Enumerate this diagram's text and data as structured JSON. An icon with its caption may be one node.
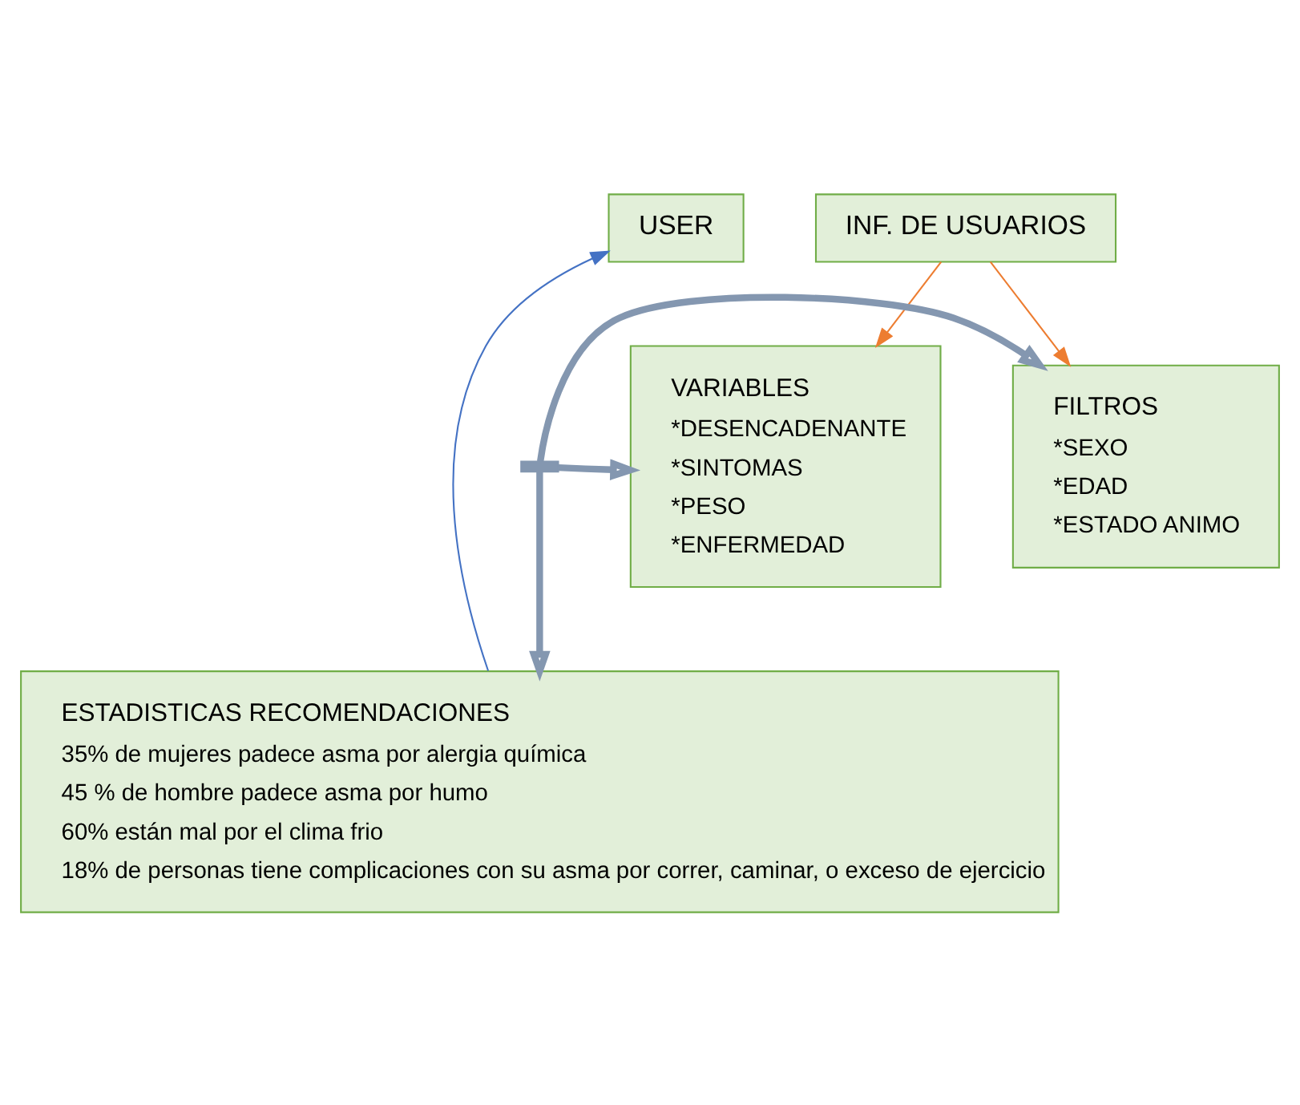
{
  "diagram": {
    "nodes": [
      {
        "text": [
          "USER"
        ]
      },
      {
        "text": [
          "INF. DE USUARIOS"
        ]
      },
      {
        "text": [
          "FILTROS",
          "*SEXO",
          "*EDAD",
          "*ESTADO ANIMO"
        ]
      },
      {
        "text": [
          "VARIABLES",
          "*DESENCADENANTE",
          "*SINTOMAS",
          "*PESO",
          "*ENFERMEDAD"
        ]
      },
      {
        "text": [
          "ESTADISTICAS RECOMENDACIONES",
          "35% de mujeres padece asma por alergia química",
          "45 % de hombre padece asma por humo",
          "60% están mal por el clima frio",
          "18% de personas tiene complicaciones con su asma por correr, caminar, o exceso de ejercicio"
        ]
      },
      {
        "text": [],
        "shape": "bar"
      }
    ],
    "edges": [
      {
        "from": 1,
        "to": 2,
        "arrow": "to",
        "color": "#ed7d31"
      },
      {
        "from": 1,
        "to": 3,
        "arrow": "to",
        "color": "#ed7d31"
      },
      {
        "from": 5,
        "to": 2,
        "arrow": "to",
        "style": "thick",
        "color": "#8497b0"
      },
      {
        "from": 5,
        "to": 3,
        "arrow": "to",
        "style": "thick",
        "color": "#8497b0"
      },
      {
        "from": 5,
        "to": 4,
        "arrow": "to",
        "style": "thick",
        "color": "#8497b0"
      },
      {
        "from": 4,
        "to": 0,
        "arrow": "to",
        "color": "#4472c4"
      }
    ]
  }
}
